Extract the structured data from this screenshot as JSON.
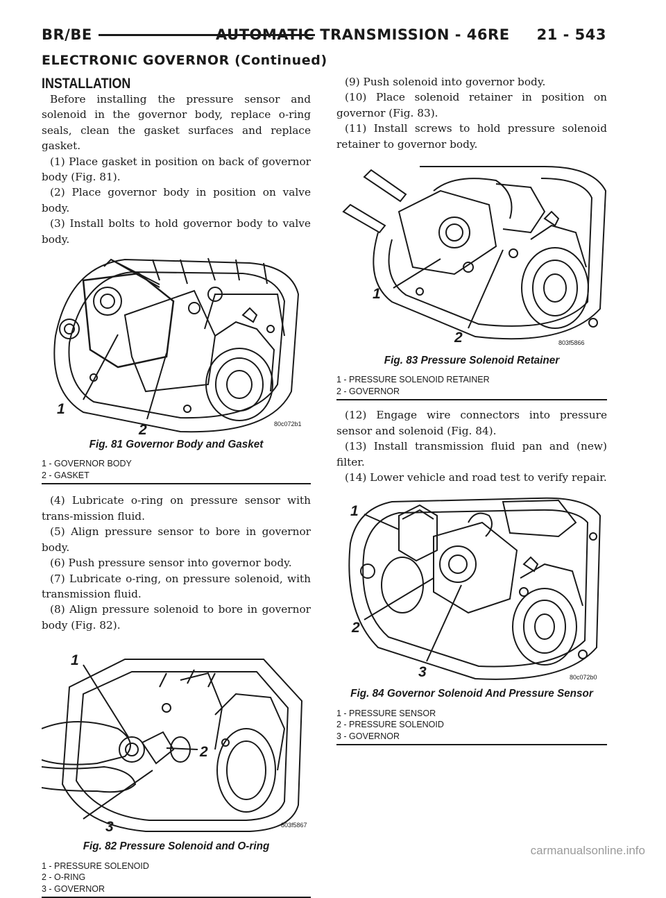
{
  "header": {
    "left": "BR/BE",
    "right": "AUTOMATIC TRANSMISSION - 46RE     21 - 543"
  },
  "section_title": "ELECTRONIC GOVERNOR (Continued)",
  "installation": {
    "heading": "INSTALLATION",
    "intro": "Before installing the pressure sensor and solenoid in the governor body, replace o-ring seals, clean the gasket surfaces and replace gasket.",
    "steps_a": [
      "(1) Place gasket in position on back of governor body (Fig. 81).",
      "(2) Place governor body in position on valve body.",
      "(3) Install bolts to hold governor body to valve body."
    ],
    "steps_b": [
      "(4) Lubricate o-ring on pressure sensor with trans-mission fluid.",
      "(5) Align pressure sensor to bore in governor body.",
      "(6) Push pressure sensor into governor body.",
      "(7) Lubricate o-ring, on pressure solenoid, with transmission fluid.",
      "(8) Align pressure solenoid to bore in governor body (Fig. 82)."
    ],
    "steps_c": [
      "(9) Push solenoid into governor body.",
      "(10) Place solenoid retainer in position on governor (Fig. 83).",
      "(11) Install screws to hold pressure solenoid retainer to governor body."
    ],
    "steps_d": [
      "(12) Engage wire connectors into pressure sensor and solenoid (Fig. 84).",
      "(13) Install transmission fluid pan and (new) filter.",
      "(14) Lower vehicle and road test to verify repair."
    ]
  },
  "figures": {
    "fig81": {
      "caption": "Fig. 81 Governor Body and Gasket",
      "code": "80c072b1",
      "callouts": [
        "1",
        "2"
      ],
      "legend": [
        "1 - GOVERNOR BODY",
        "2 - GASKET"
      ]
    },
    "fig82": {
      "caption": "Fig. 82 Pressure Solenoid and O-ring",
      "code": "803f5867",
      "callouts": [
        "1",
        "2",
        "3"
      ],
      "legend": [
        "1 - PRESSURE SOLENOID",
        "2 - O-RING",
        "3 - GOVERNOR"
      ]
    },
    "fig83": {
      "caption": "Fig. 83 Pressure Solenoid Retainer",
      "code": "803f5866",
      "callouts": [
        "1",
        "2"
      ],
      "legend": [
        "1 - PRESSURE SOLENOID RETAINER",
        "2 - GOVERNOR"
      ]
    },
    "fig84": {
      "caption": "Fig. 84 Governor Solenoid And Pressure Sensor",
      "code": "80c072b0",
      "callouts": [
        "1",
        "2",
        "3"
      ],
      "legend": [
        "1 - PRESSURE SENSOR",
        "2 - PRESSURE SOLENOID",
        "3 - GOVERNOR"
      ]
    }
  },
  "watermark": "carmanualsonline.info"
}
